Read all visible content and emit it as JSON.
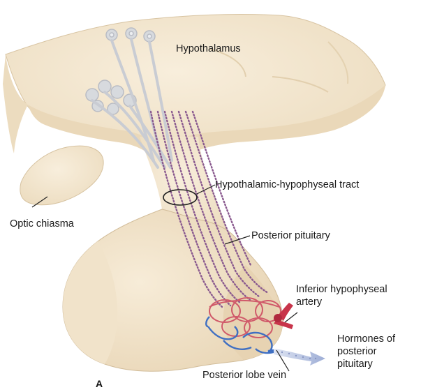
{
  "labels": {
    "hypothalamus": "Hypothalamus",
    "tract": "Hypothalamic-hypophyseal tract",
    "optic_chiasma": "Optic chiasma",
    "posterior_pituitary": "Posterior pituitary",
    "inferior_artery_line1": "Inferior hypophyseal",
    "inferior_artery_line2": "artery",
    "hormones_line1": "Hormones of",
    "hormones_line2": "posterior",
    "hormones_line3": "pituitary",
    "posterior_lobe_vein": "Posterior lobe vein",
    "panel_letter": "A"
  },
  "colors": {
    "tissue": "#f4e8d2",
    "tissue_shadow": "#e6d4b6",
    "tissue_edge": "#cdb999",
    "neuron": "#c9ccd3",
    "tract_dots": "#8a5a8f",
    "artery": "#c8344a",
    "vein": "#3f6fc2",
    "hormone_arrow": "#a9b7da",
    "leader_line": "#222222"
  }
}
